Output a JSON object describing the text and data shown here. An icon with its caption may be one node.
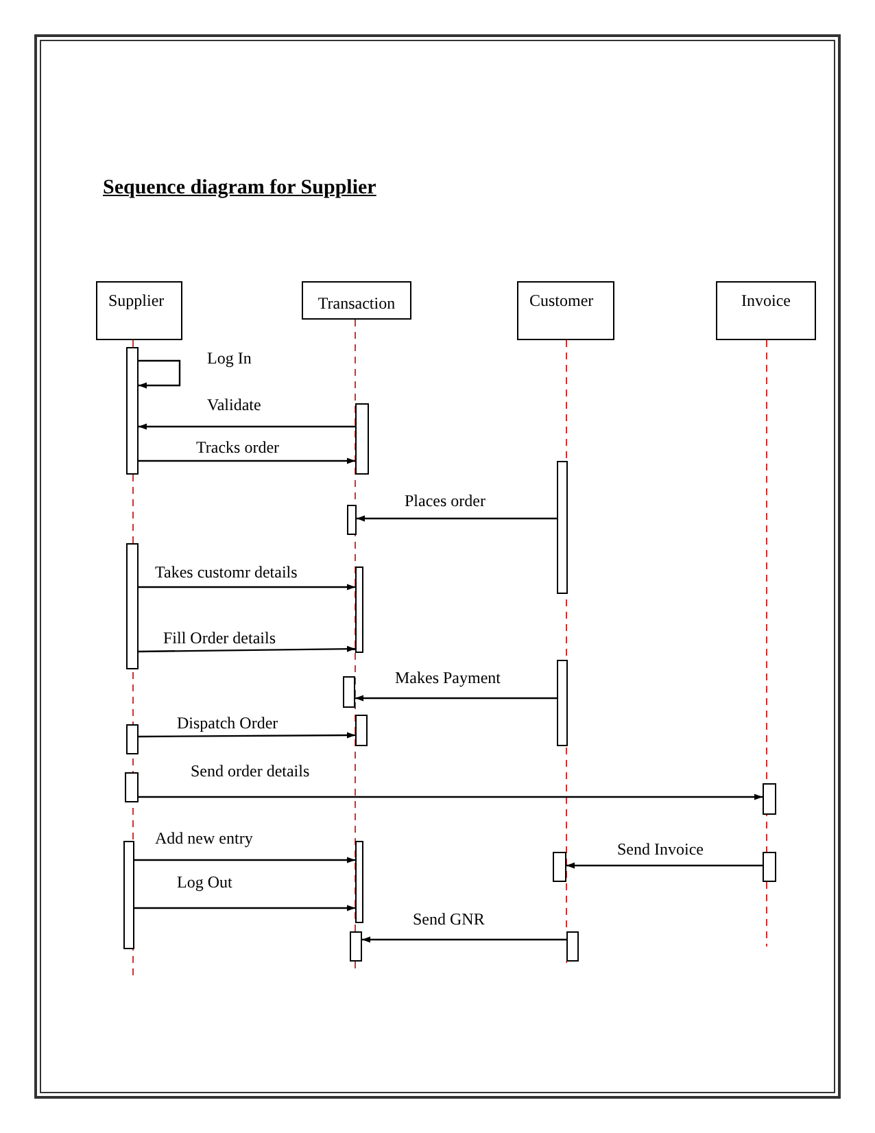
{
  "diagram": {
    "title": "Sequence diagram for Supplier",
    "nodes": [
      {
        "text": [
          "Supplier"
        ]
      },
      {
        "text": [
          "Transaction"
        ]
      },
      {
        "text": [
          "Customer"
        ]
      },
      {
        "text": [
          "Invoice"
        ]
      },
      {
        "text": [],
        "shape": "bar"
      },
      {
        "text": [],
        "shape": "bar"
      },
      {
        "text": [],
        "shape": "bar"
      },
      {
        "text": [],
        "shape": "bar"
      },
      {
        "text": [],
        "shape": "bar"
      },
      {
        "text": [],
        "shape": "bar"
      },
      {
        "text": [],
        "shape": "bar"
      },
      {
        "text": [],
        "shape": "bar"
      },
      {
        "text": [],
        "shape": "bar"
      },
      {
        "text": [],
        "shape": "bar"
      },
      {
        "text": [],
        "shape": "bar"
      },
      {
        "text": [],
        "shape": "bar"
      },
      {
        "text": [],
        "shape": "bar"
      },
      {
        "text": [],
        "shape": "bar"
      },
      {
        "text": [],
        "shape": "bar"
      },
      {
        "text": [],
        "shape": "bar"
      },
      {
        "text": [],
        "shape": "bar"
      },
      {
        "text": [],
        "shape": "bar"
      }
    ],
    "edges": [
      {
        "from": 4,
        "to": 4,
        "label": "Log In",
        "arrow": "to"
      },
      {
        "from": 5,
        "to": 4,
        "label": "Validate",
        "arrow": "to"
      },
      {
        "from": 4,
        "to": 5,
        "label": "Tracks order",
        "arrow": "to"
      },
      {
        "from": 6,
        "to": 7,
        "label": "Places order",
        "arrow": "to"
      },
      {
        "from": 8,
        "to": 9,
        "label": "Takes customr details",
        "arrow": "to"
      },
      {
        "from": 8,
        "to": 9,
        "label": "Fill Order details",
        "arrow": "to"
      },
      {
        "from": 10,
        "to": 11,
        "label": "Makes Payment",
        "arrow": "to"
      },
      {
        "from": 13,
        "to": 12,
        "label": "Dispatch Order",
        "arrow": "to"
      },
      {
        "from": 14,
        "to": 15,
        "label": "Send order details",
        "arrow": "to"
      },
      {
        "from": 16,
        "to": 17,
        "label": "Add new entry",
        "arrow": "to"
      },
      {
        "from": 16,
        "to": 17,
        "label": "Log Out",
        "arrow": "to"
      },
      {
        "from": 19,
        "to": 18,
        "label": "Send Invoice",
        "arrow": "to"
      },
      {
        "from": 21,
        "to": 20,
        "label": "Send GNR",
        "arrow": "to"
      },
      {
        "from": 0,
        "to": 4,
        "arrow": "none",
        "style": "dashed",
        "color": "#d03030"
      },
      {
        "from": 1,
        "to": 20,
        "arrow": "none",
        "style": "dashed",
        "color": "#d03030"
      },
      {
        "from": 2,
        "to": 21,
        "arrow": "none",
        "style": "dashed",
        "color": "#d03030"
      },
      {
        "from": 3,
        "to": 19,
        "arrow": "none",
        "style": "dashed",
        "color": "#d03030"
      }
    ]
  }
}
